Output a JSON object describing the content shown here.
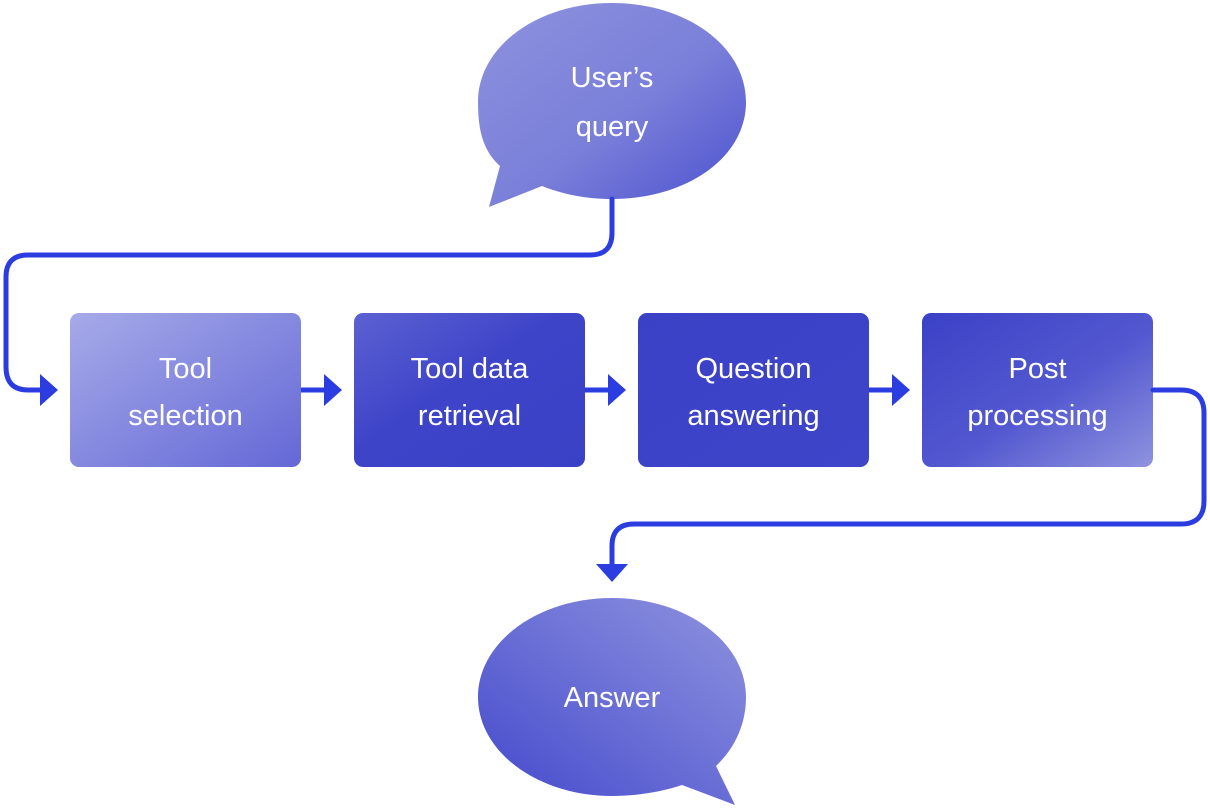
{
  "colors": {
    "connector": "#2b3de0",
    "box_dark": "#3d43c8",
    "box_light": "#9a9ee4",
    "bubble_light": "#8c90dc",
    "bubble_dark": "#4a4fcf",
    "text": "#ffffff"
  },
  "query_bubble": {
    "line1": "User’s",
    "line2": "query"
  },
  "steps": [
    {
      "line1": "Tool",
      "line2": "selection"
    },
    {
      "line1": "Tool data",
      "line2": "retrieval"
    },
    {
      "line1": "Question",
      "line2": "answering"
    },
    {
      "line1": "Post",
      "line2": "processing"
    }
  ],
  "answer_bubble": {
    "label": "Answer"
  }
}
